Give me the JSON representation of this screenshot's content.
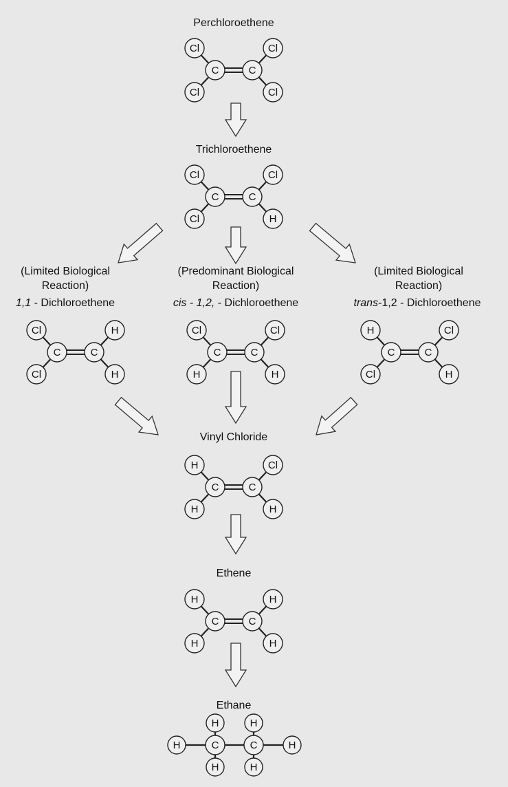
{
  "labels": {
    "perchloroethene": "Perchloroethene",
    "trichloroethene": "Trichloroethene",
    "limited_bio": [
      "(Limited Biological",
      "Reaction)"
    ],
    "predominant_bio": [
      "(Predominant Biological",
      "Reaction)"
    ],
    "dce11_prefix": "1,1",
    "dce11_rest": " - Dichloroethene",
    "cis_prefix": "cis - 1,2,",
    "cis_rest": " - Dichloroethene",
    "trans_prefix": "trans",
    "trans_rest": "-1,2 - Dichloroethene",
    "vinyl_chloride": "Vinyl Chloride",
    "ethene": "Ethene",
    "ethane": "Ethane"
  },
  "molecules": {
    "perchloroethene": {
      "bond": "double",
      "atoms": [
        "Cl",
        "Cl",
        "Cl",
        "Cl"
      ]
    },
    "trichloroethene": {
      "bond": "double",
      "atoms": [
        "Cl",
        "Cl",
        "Cl",
        "H"
      ]
    },
    "dce_11": {
      "bond": "double",
      "atoms": [
        "Cl",
        "H",
        "Cl",
        "H"
      ]
    },
    "dce_cis": {
      "bond": "double",
      "atoms": [
        "Cl",
        "Cl",
        "H",
        "H"
      ]
    },
    "dce_trans": {
      "bond": "double",
      "atoms": [
        "H",
        "Cl",
        "Cl",
        "H"
      ]
    },
    "vinyl_chloride": {
      "bond": "double",
      "atoms": [
        "H",
        "Cl",
        "H",
        "H"
      ]
    },
    "ethene": {
      "bond": "double",
      "atoms": [
        "H",
        "H",
        "H",
        "H"
      ]
    },
    "ethane": {
      "bond": "single",
      "atoms": [
        "H",
        "H",
        "H",
        "H",
        "H",
        "H"
      ]
    }
  },
  "carbon_symbol": "C"
}
